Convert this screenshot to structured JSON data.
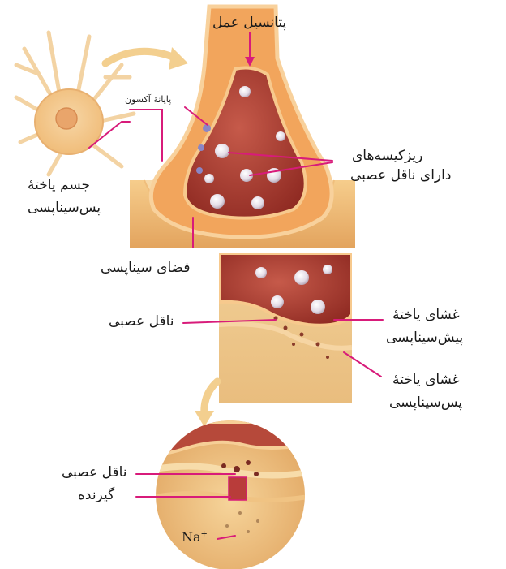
{
  "labels": {
    "action_potential": "پتانسیل عمل",
    "axon_terminal": "پایانۀ آکسون",
    "vesicles_line1": "ریزکیسه‌های",
    "vesicles_line2": "دارای ناقل عصبی",
    "postsynaptic_body_line1": "جسم یاختۀ",
    "postsynaptic_body_line2": "پس‌سیناپسی",
    "synaptic_cleft": "فضای سیناپسی",
    "neurotransmitter": "ناقل عصبی",
    "presyn_membrane_line1": "غشای یاختۀ",
    "presyn_membrane_line2": "پیش‌سیناپسی",
    "postsyn_membrane_line1": "غشای یاختۀ",
    "postsyn_membrane_line2": "پس‌سیناپسی",
    "zoom_neurotransmitter": "ناقل عصبی",
    "receptor": "گیرنده",
    "ion_symbol": "Na",
    "ion_charge": "+"
  },
  "colors": {
    "leader": "#d81b7a",
    "terminal_fill": "#f2a55c",
    "cytoplasm": "#a8342a",
    "membrane": "#f7c98d",
    "tissue": "#e9b46e",
    "vesicle": "#e8e2ea",
    "arrow": "#f3cf8f"
  }
}
